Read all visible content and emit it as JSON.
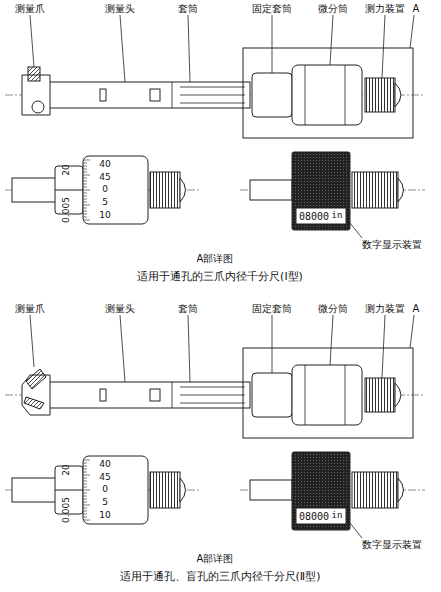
{
  "diagram": {
    "labels": [
      "测量爪",
      "测量头",
      "套筒",
      "固定套筒",
      "微分筒",
      "测力装置",
      "A",
      "40",
      "45",
      "0.005",
      "20",
      "0",
      "5",
      "10",
      "08000",
      "in",
      "数字显示装置",
      "A部详图",
      "适用于通孔的三爪内径千分尺(Ⅰ型)",
      "测量爪",
      "测量头",
      "套筒",
      "固定套筒",
      "微分筒",
      "测力装置",
      "A",
      "40",
      "45",
      "0.005",
      "20",
      "0",
      "5",
      "10",
      "08000",
      "in",
      "数字显示装置",
      "A部详图",
      "适用于通孔、盲孔的三爪内径千分尺(Ⅱ型)"
    ]
  }
}
